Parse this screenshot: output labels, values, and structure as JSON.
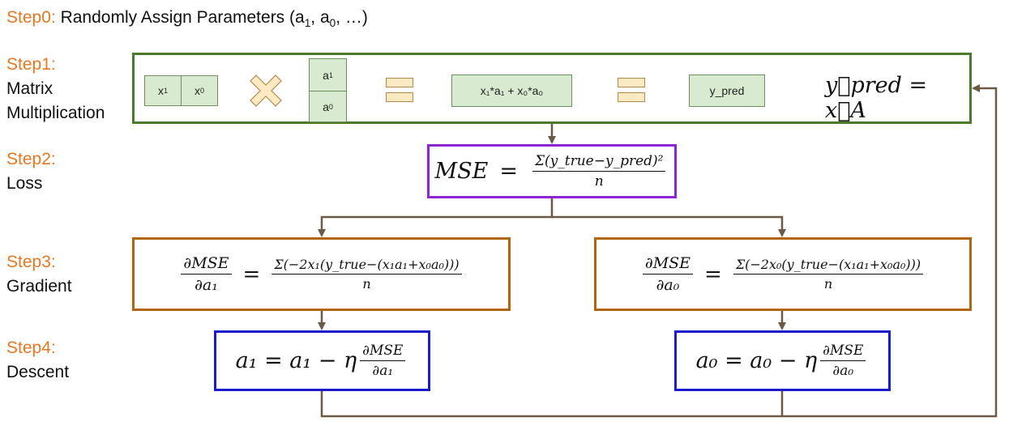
{
  "step0": {
    "label": "Step0:",
    "text": "Randomly Assign Parameters (a",
    "sub1": "1",
    "mid": ", a",
    "sub0": "0",
    "tail": ", …)"
  },
  "step1": {
    "label": "Step1:",
    "desc_line1": "Matrix",
    "desc_line2": "Multiplication"
  },
  "step2": {
    "label": "Step2:",
    "desc": "Loss"
  },
  "step3": {
    "label": "Step3:",
    "desc": "Gradient"
  },
  "step4": {
    "label": "Step4:",
    "desc": "Descent"
  },
  "matrix": {
    "x1": "x",
    "x1_sub": "1",
    "x0": "x",
    "x0_sub": "0",
    "a1": "a",
    "a1_sub": "1",
    "a0": "a",
    "a0_sub": "0",
    "product_text": "x₁*a₁ + x₀*a₀",
    "ypred": "y_pred",
    "formula": "y⃗pred = x⃗A"
  },
  "loss_formula": {
    "lhs": "MSE",
    "numerator": "Σ(y_true−y_pred)²",
    "denominator": "n"
  },
  "gradient_left": {
    "lhs_num": "∂MSE",
    "lhs_den": "∂a₁",
    "numerator": "Σ(−2x₁(y_true−(x₁a₁+x₀a₀)))",
    "denominator": "n"
  },
  "gradient_right": {
    "lhs_num": "∂MSE",
    "lhs_den": "∂a₀",
    "numerator": "Σ(−2x₀(y_true−(x₁a₁+x₀a₀)))",
    "denominator": "n"
  },
  "descent_left": {
    "lhs": "a₁ = a₁ − η",
    "num": "∂MSE",
    "den": "∂a₁"
  },
  "descent_right": {
    "lhs": "a₀ = a₀ − η",
    "num": "∂MSE",
    "den": "∂a₀"
  },
  "colors": {
    "step_label": "#e87722",
    "green_border": "#4a7a2a",
    "purple_border": "#8e25d2",
    "brown_border": "#b0650e",
    "blue_border": "#1b1bcc",
    "arrow": "#6b5a45",
    "cell_fill": "#d8ebd0",
    "operator_fill": "#fde9c2"
  }
}
